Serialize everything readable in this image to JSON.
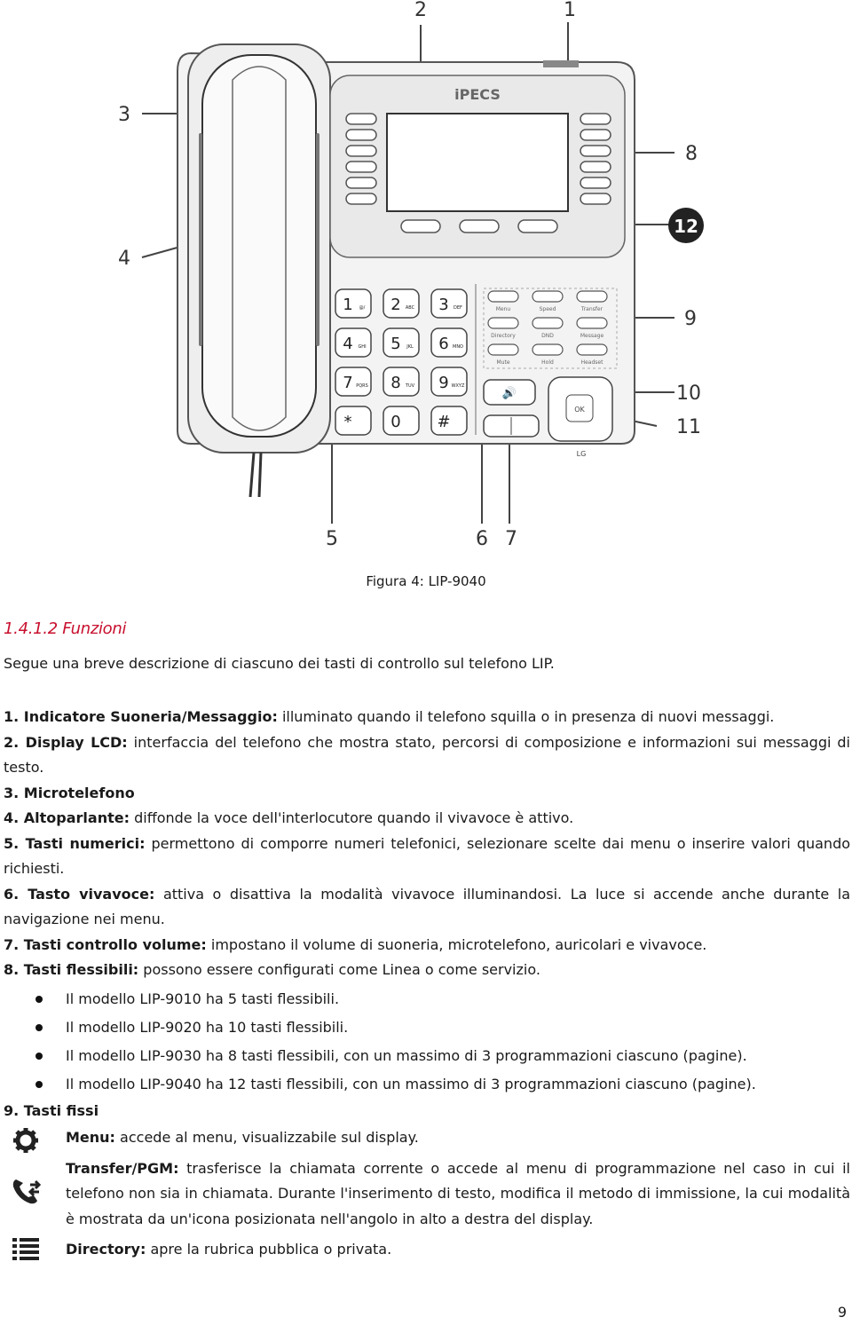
{
  "figure": {
    "brand": "iPECS",
    "callouts": [
      "1",
      "2",
      "3",
      "4",
      "5",
      "6",
      "7",
      "8",
      "9",
      "10",
      "11",
      "12"
    ],
    "keypad": [
      {
        "digit": "1",
        "letters": "@/"
      },
      {
        "digit": "2",
        "letters": "ABC"
      },
      {
        "digit": "3",
        "letters": "DEF"
      },
      {
        "digit": "4",
        "letters": "GHI"
      },
      {
        "digit": "5",
        "letters": "JKL"
      },
      {
        "digit": "6",
        "letters": "MNO"
      },
      {
        "digit": "7",
        "letters": "PQRS"
      },
      {
        "digit": "8",
        "letters": "TUV"
      },
      {
        "digit": "9",
        "letters": "WXYZ"
      },
      {
        "digit": "*",
        "letters": ""
      },
      {
        "digit": "0",
        "letters": ""
      },
      {
        "digit": "#",
        "letters": ""
      }
    ],
    "fixed_key_labels": [
      "Menu",
      "Speed",
      "Transfer",
      "Directory",
      "DND",
      "Message",
      "Mute",
      "Hold",
      "Headset"
    ],
    "nav_ok": "OK",
    "logo": "LG"
  },
  "caption": {
    "label": "Figura 4:",
    "text": " LIP-9040"
  },
  "section_title": "1.4.1.2 Funzioni",
  "intro": "Segue una breve descrizione di ciascuno dei tasti di controllo sul telefono LIP.",
  "items": [
    {
      "label": "1. Indicatore Suoneria/Messaggio:",
      "text": " illuminato quando il telefono squilla o in presenza di nuovi messaggi."
    },
    {
      "label": "2. Display LCD:",
      "text": " interfaccia del telefono che mostra stato, percorsi di composizione e informazioni sui messaggi di testo."
    },
    {
      "label": "3. Microtelefono",
      "text": ""
    },
    {
      "label": "4. Altoparlante:",
      "text": " diffonde la voce dell'interlocutore quando il vivavoce è attivo."
    },
    {
      "label": "5. Tasti numerici:",
      "text": " permettono di comporre numeri telefonici, selezionare scelte dai menu o inserire valori quando richiesti."
    },
    {
      "label": "6. Tasto vivavoce:",
      "text": " attiva o disattiva la modalità vivavoce illuminandosi. La luce si accende anche durante la navigazione nei menu."
    },
    {
      "label": "7. Tasti controllo volume:",
      "text": " impostano il volume di suoneria, microtelefono, auricolari e vivavoce."
    },
    {
      "label": "8. Tasti flessibili:",
      "text": " possono essere configurati come Linea o come servizio."
    }
  ],
  "bullets": [
    "Il modello LIP-9010 ha 5 tasti flessibili.",
    "Il modello LIP-9020 ha 10 tasti flessibili.",
    "Il modello LIP-9030 ha 8 tasti flessibili, con un massimo di 3 programmazioni ciascuno (pagine).",
    "Il modello LIP-9040 ha 12 tasti flessibili, con un massimo di 3 programmazioni ciascuno (pagine)."
  ],
  "fixed_title": "9. Tasti fissi",
  "fixed_keys": [
    {
      "icon": "gear-icon",
      "label": "Menu:",
      "text": " accede al menu, visualizzabile sul display."
    },
    {
      "icon": "call-transfer-icon",
      "label": "Transfer/PGM:",
      "text": " trasferisce la chiamata corrente o accede al menu di programmazione nel caso in cui il telefono non sia in chiamata. Durante l'inserimento di testo, modifica il metodo di immissione, la cui modalità è mostrata da un'icona posizionata nell'angolo in alto a destra del display."
    },
    {
      "icon": "directory-list-icon",
      "label": "Directory:",
      "text": " apre la rubrica pubblica o privata."
    }
  ],
  "page_number": "9"
}
